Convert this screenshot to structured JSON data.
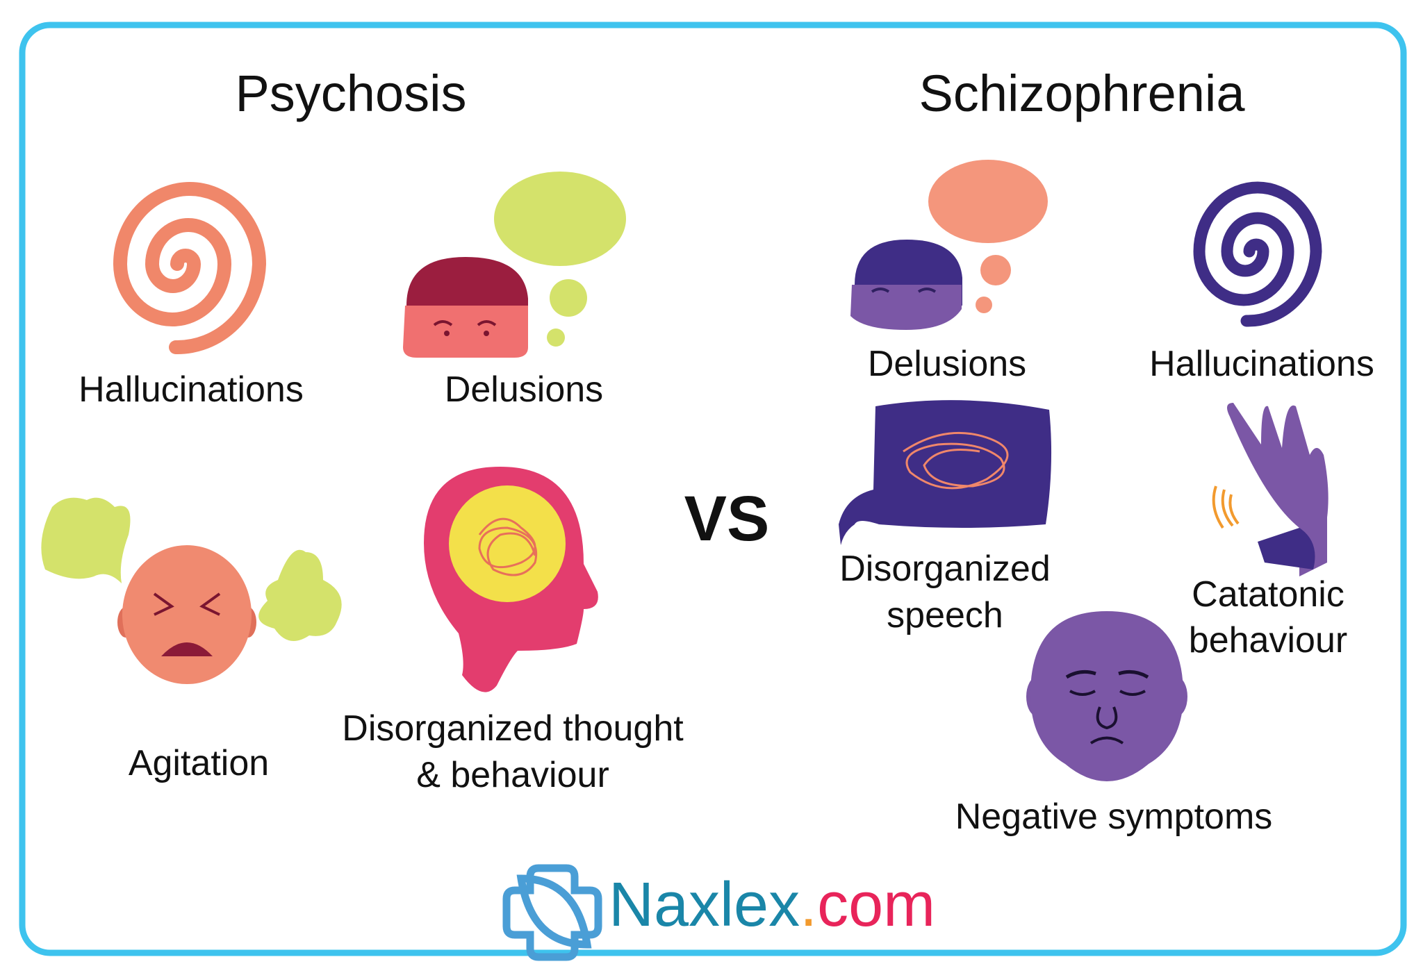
{
  "psychosis": {
    "title": "Psychosis",
    "items": [
      {
        "label": "Hallucinations",
        "icon": "spiral-icon"
      },
      {
        "label": "Delusions",
        "icon": "thinking-head-icon"
      },
      {
        "label": "Agitation",
        "icon": "angry-face-icon"
      },
      {
        "label_line1": "Disorganized thought",
        "label_line2": "& behaviour",
        "icon": "tangled-head-icon"
      }
    ]
  },
  "vs": "VS",
  "schizophrenia": {
    "title": "Schizophrenia",
    "items": [
      {
        "label": "Delusions",
        "icon": "thinking-head-icon"
      },
      {
        "label": "Hallucinations",
        "icon": "spiral-icon"
      },
      {
        "label_line1": "Disorganized",
        "label_line2": "speech",
        "icon": "tangled-speech-bubble-icon"
      },
      {
        "label_line1": "Catatonic",
        "label_line2": "behaviour",
        "icon": "trembling-hand-icon"
      },
      {
        "label": "Negative symptoms",
        "icon": "sad-face-icon"
      }
    ]
  },
  "logo": {
    "name": "Naxlex",
    "dot": ".",
    "tld": "com"
  },
  "colors": {
    "border": "#3EC3EE",
    "psychosis_accent": "#F0876A",
    "schizophrenia_accent": "#3F2D86",
    "green": "#D4E26B",
    "pink": "#E33D6E",
    "purple": "#7B57A6"
  }
}
